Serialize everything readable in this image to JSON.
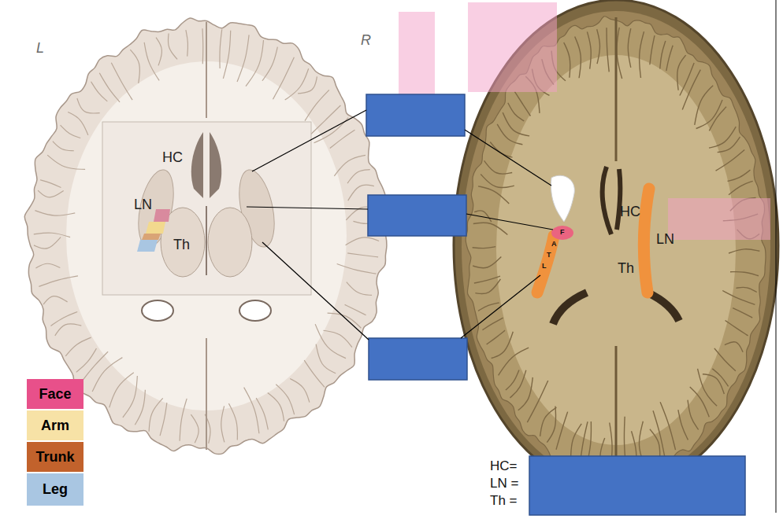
{
  "diagram": {
    "labels": [
      "L",
      "R",
      "HC",
      "LN",
      "Th",
      "HC",
      "LN",
      "Th",
      "F",
      "A",
      "T",
      "L",
      "HC=",
      "LN =",
      "Th ="
    ],
    "legend": [
      {
        "text": "Face",
        "color": "#e8508a"
      },
      {
        "text": "Arm",
        "color": "#f7e2a6"
      },
      {
        "text": "Trunk",
        "color": "#c2622c"
      },
      {
        "text": "Leg",
        "color": "#a9c6e2"
      }
    ]
  }
}
